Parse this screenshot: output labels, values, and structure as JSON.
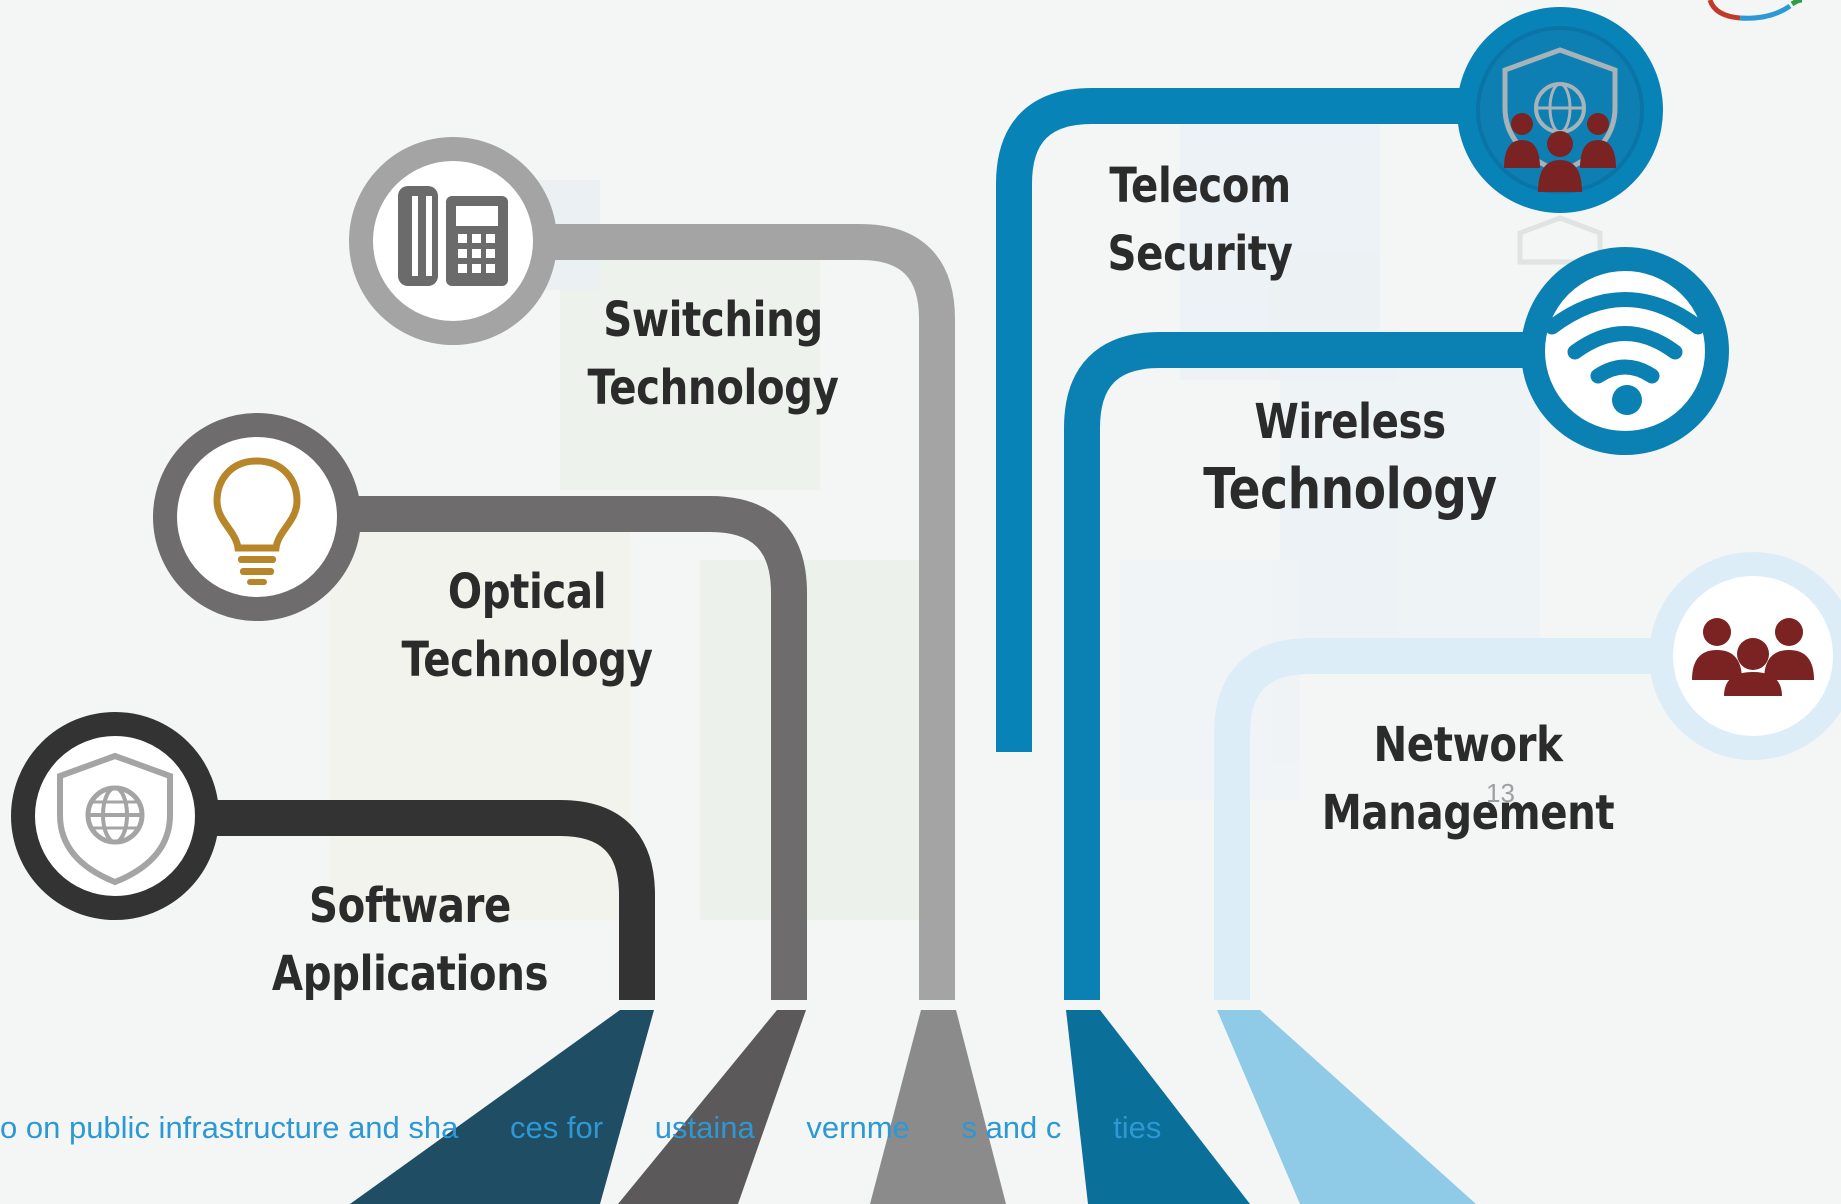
{
  "branches": [
    {
      "id": "software-applications",
      "lines": [
        "Software",
        "Applications"
      ],
      "icon": "shield-globe-icon",
      "color": "#333333"
    },
    {
      "id": "optical-technology",
      "lines": [
        "Optical",
        "Technology"
      ],
      "icon": "lightbulb-icon",
      "color": "#6e6c6c"
    },
    {
      "id": "switching-technology",
      "lines": [
        "Switching",
        "Technology"
      ],
      "icon": "desk-phone-icon",
      "color": "#a4a4a4"
    },
    {
      "id": "telecom-security",
      "lines": [
        "Telecom",
        "Security"
      ],
      "icon": "shield-globe-team-icon",
      "color": "#0883b8"
    },
    {
      "id": "wireless-technology",
      "lines": [
        "Wireless",
        "Technology"
      ],
      "icon": "wifi-icon",
      "color": "#0b80b3"
    },
    {
      "id": "network-management",
      "lines": [
        "Network",
        "Management"
      ],
      "icon": "team-icon",
      "color": "#dcedf7"
    }
  ],
  "page_number": "13",
  "footer_text": "o on public infrastructure and sha      ces for      ustaina      vernme      s and c      ties",
  "colors": {
    "accent_red": "#7b2323",
    "bulb_gold": "#b8862a",
    "footer_blue": "#2c98d4"
  }
}
